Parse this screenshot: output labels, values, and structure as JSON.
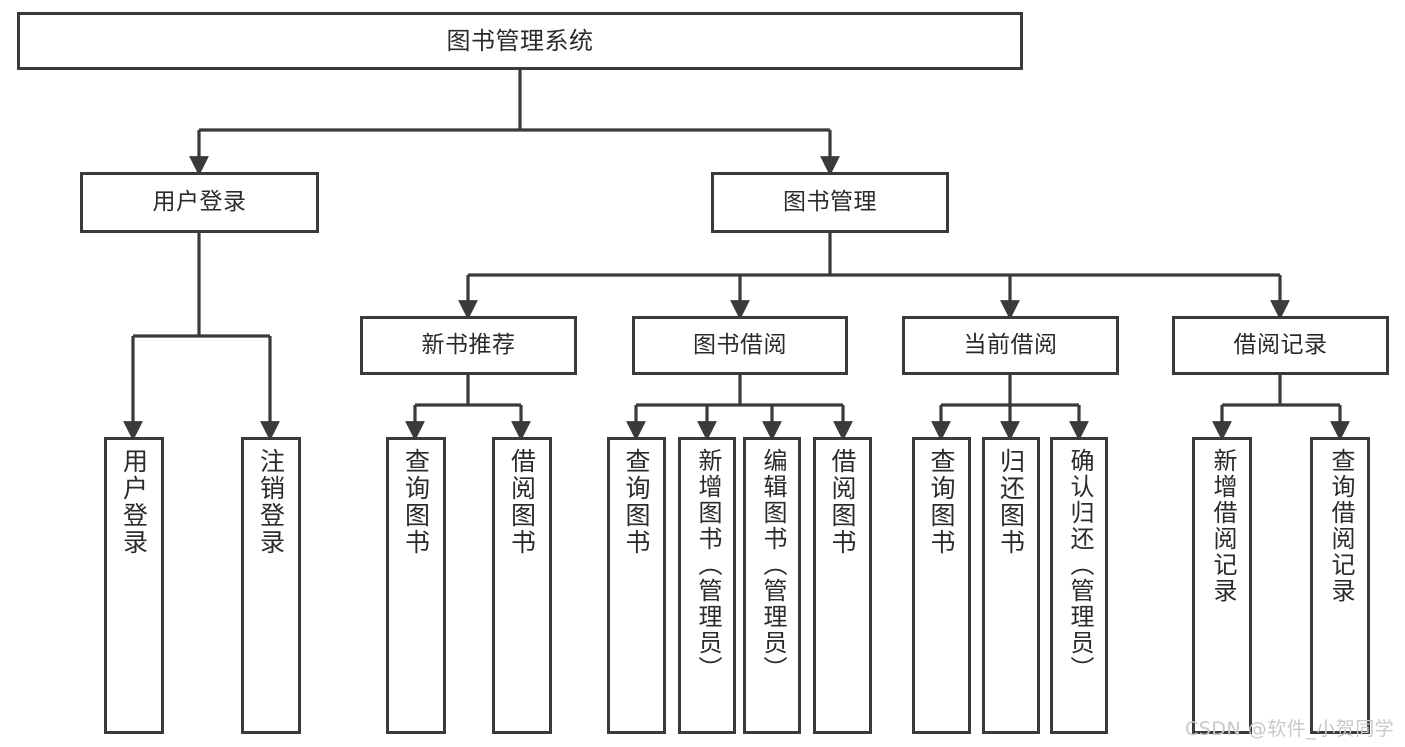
{
  "diagram": {
    "title": "图书管理系统",
    "type": "function-structure-tree",
    "stroke_color": "#3a3a3a",
    "text_color": "#2b2b2b",
    "background_color": "#ffffff",
    "root": {
      "label": "图书管理系统"
    },
    "level2": [
      {
        "label": "用户登录"
      },
      {
        "label": "图书管理"
      }
    ],
    "level3": [
      {
        "label": "新书推荐"
      },
      {
        "label": "图书借阅"
      },
      {
        "label": "当前借阅"
      },
      {
        "label": "借阅记录"
      }
    ],
    "leaves": {
      "user_login": [
        {
          "label": "用户登录"
        },
        {
          "label": "注销登录"
        }
      ],
      "new_book_recommend": [
        {
          "label": "查询图书"
        },
        {
          "label": "借阅图书"
        }
      ],
      "book_borrow": [
        {
          "label": "查询图书"
        },
        {
          "label": "新增图书（管理员）"
        },
        {
          "label": "编辑图书（管理员）"
        },
        {
          "label": "借阅图书"
        }
      ],
      "current_borrow": [
        {
          "label": "查询图书"
        },
        {
          "label": "归还图书"
        },
        {
          "label": "确认归还（管理员）"
        }
      ],
      "borrow_record": [
        {
          "label": "新增借阅记录"
        },
        {
          "label": "查询借阅记录"
        }
      ]
    }
  },
  "watermark": {
    "text": "CSDN @软件_小贺同学",
    "color": "#c9c9c9"
  }
}
